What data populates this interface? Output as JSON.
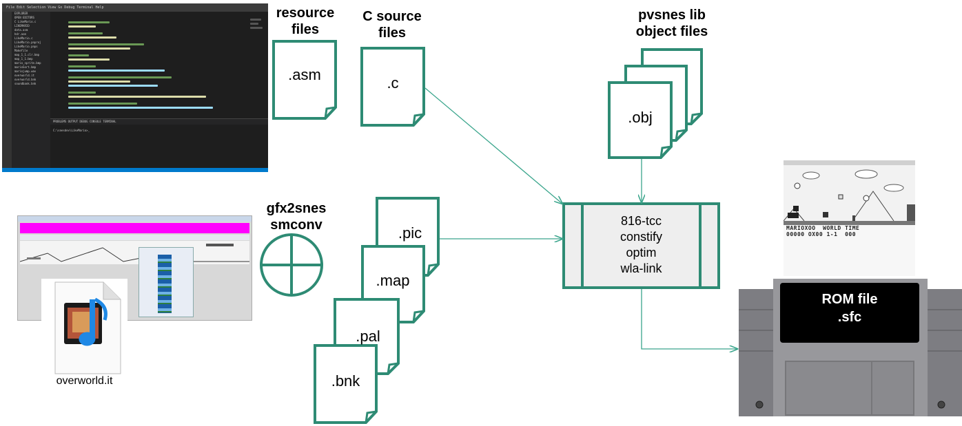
{
  "labels": {
    "resource_files": "resource files",
    "c_source_files": "C source files",
    "pvsnes_lib": "pvsnes lib object files",
    "gfx2snes": "gfx2snes",
    "smconv": "smconv"
  },
  "files": {
    "asm": ".asm",
    "c": ".c",
    "obj": ".obj",
    "pic": ".pic",
    "map": ".map",
    "pal": ".pal",
    "bnk": ".bnk"
  },
  "process": {
    "lines": [
      "816-tcc",
      "constify",
      "optim",
      "wla-link"
    ]
  },
  "rom": {
    "line1": "ROM file",
    "line2": ".sfc"
  },
  "audio_file": "overworld.it",
  "game_hud": {
    "row1": "MARIOXOO  WORLD TIME",
    "row2": "00000 OX00 1-1  000"
  },
  "colors": {
    "teal": "#2e8b74",
    "arrow": "#3aa58c",
    "box_fill": "#eeeeee",
    "cartridge": "#8a8a8e",
    "magenta": "#ff00ff"
  }
}
